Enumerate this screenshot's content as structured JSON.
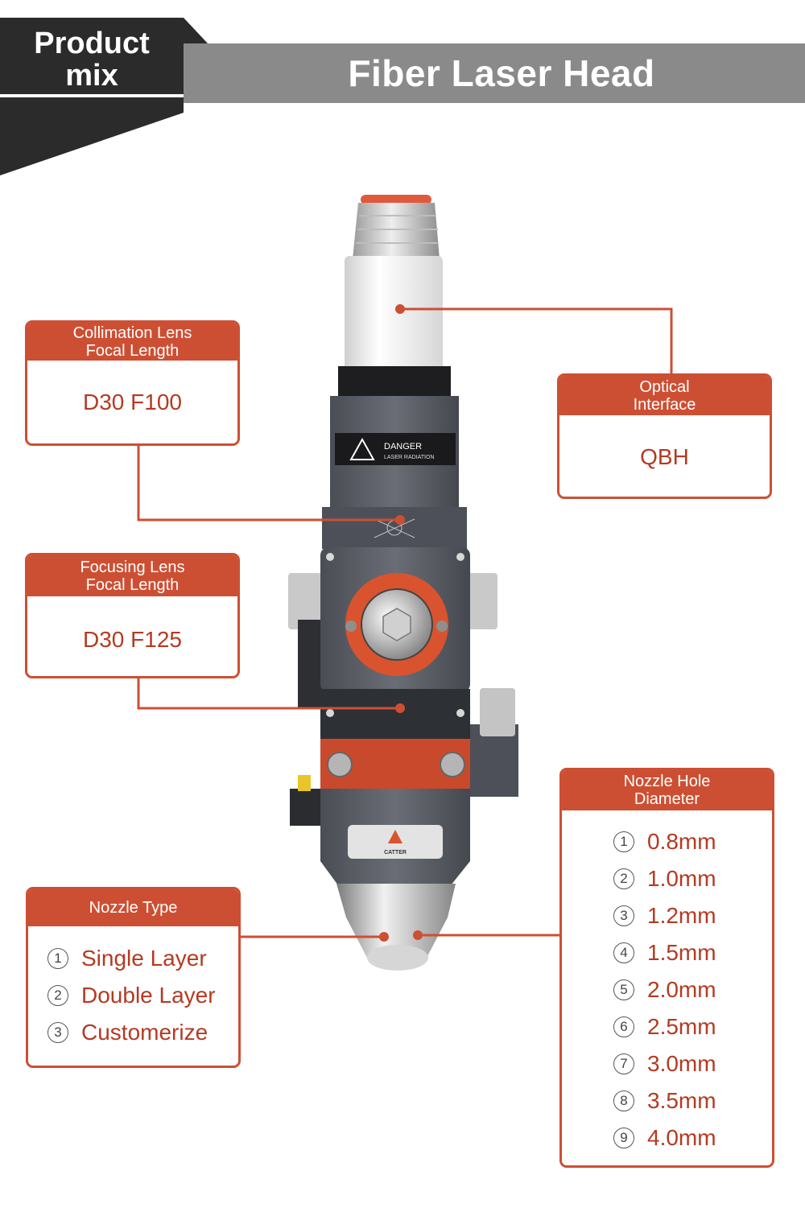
{
  "header": {
    "badge_line1": "Product",
    "badge_line2": "mix",
    "title": "Fiber Laser Head"
  },
  "product_labels": {
    "warning_title": "DANGER",
    "warning_sub": "LASER RADIATION",
    "brand": "CATTER"
  },
  "callouts": {
    "collimation": {
      "title_line1": "Collimation Lens",
      "title_line2": "Focal Length",
      "value": "D30 F100"
    },
    "optical": {
      "title_line1": "Optical",
      "title_line2": "Interface",
      "value": "QBH"
    },
    "focusing": {
      "title_line1": "Focusing Lens",
      "title_line2": "Focal Length",
      "value": "D30 F125"
    },
    "nozzle_type": {
      "title": "Nozzle Type",
      "items": [
        {
          "num": "1",
          "label": "Single Layer"
        },
        {
          "num": "2",
          "label": "Double Layer"
        },
        {
          "num": "3",
          "label": "Customerize"
        }
      ]
    },
    "nozzle_hole": {
      "title_line1": "Nozzle Hole",
      "title_line2": "Diameter",
      "items": [
        {
          "num": "1",
          "label": "0.8mm"
        },
        {
          "num": "2",
          "label": "1.0mm"
        },
        {
          "num": "3",
          "label": "1.2mm"
        },
        {
          "num": "4",
          "label": "1.5mm"
        },
        {
          "num": "5",
          "label": "2.0mm"
        },
        {
          "num": "6",
          "label": "2.5mm"
        },
        {
          "num": "7",
          "label": "3.0mm"
        },
        {
          "num": "8",
          "label": "3.5mm"
        },
        {
          "num": "9",
          "label": "4.0mm"
        }
      ]
    }
  },
  "colors": {
    "accent": "#cd4f33",
    "value_text": "#b53a22",
    "header_gray": "#8a8a8a",
    "badge_dark": "#2b2b2b"
  }
}
